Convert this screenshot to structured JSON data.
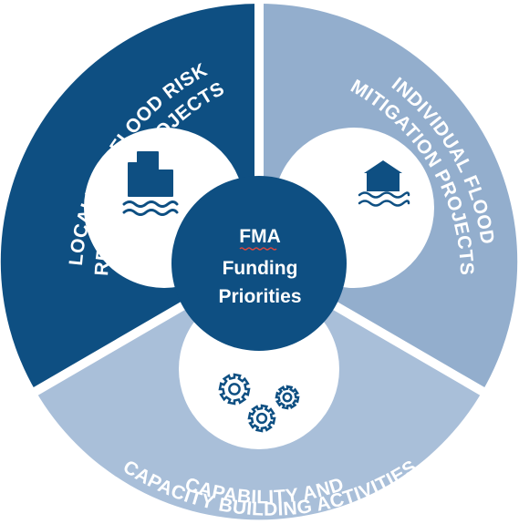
{
  "diagram": {
    "center": {
      "lines": [
        "FMA",
        "Funding",
        "Priorities"
      ]
    },
    "segments": [
      {
        "label_line1": "LOCALIZED FLOOD RISK",
        "label_line2": "REDUCTION PROJECTS",
        "icon": "city-flood-icon"
      },
      {
        "label_line1": "INDIVIDUAL FLOOD",
        "label_line2": "MITIGATION PROJECTS",
        "icon": "house-flood-icon"
      },
      {
        "label_line1": "CAPABILITY AND",
        "label_line2": "CAPACITY BUILDING ACTIVITIES",
        "icon": "gears-icon"
      }
    ],
    "colors": {
      "dark_blue": "#0e4f82",
      "mid_blue": "#93aecd",
      "light_blue": "#a9bfd9",
      "divider": "#ffffff",
      "center": "#0e4f82",
      "underline": "#e1473c"
    }
  }
}
